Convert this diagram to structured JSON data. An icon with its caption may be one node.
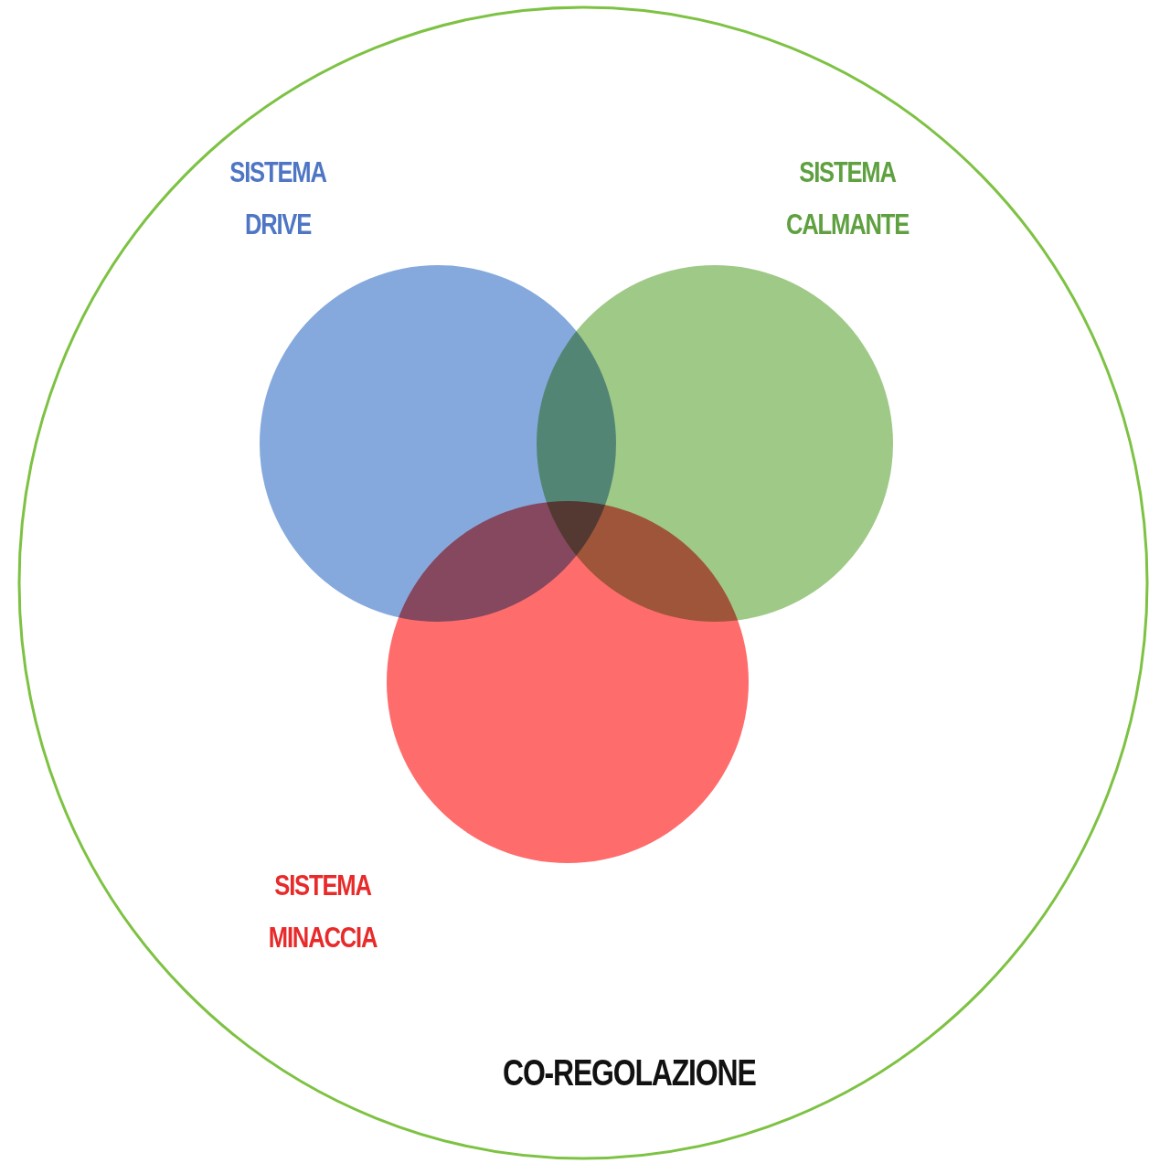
{
  "diagram": {
    "nodes": [
      {
        "text": [
          "CO-REGOLAZIONE"
        ]
      },
      {
        "text": [],
        "shape": "circle",
        "in": 0,
        "beside": [
          "SISTEMA DRIVE"
        ]
      },
      {
        "text": [],
        "shape": "circle",
        "in": 0,
        "beside": [
          "SISTEMA CALMANTE"
        ]
      },
      {
        "text": [],
        "shape": "circle",
        "in": 0,
        "beside": [
          "SISTEMA MINACCIA"
        ]
      }
    ],
    "edges": []
  }
}
